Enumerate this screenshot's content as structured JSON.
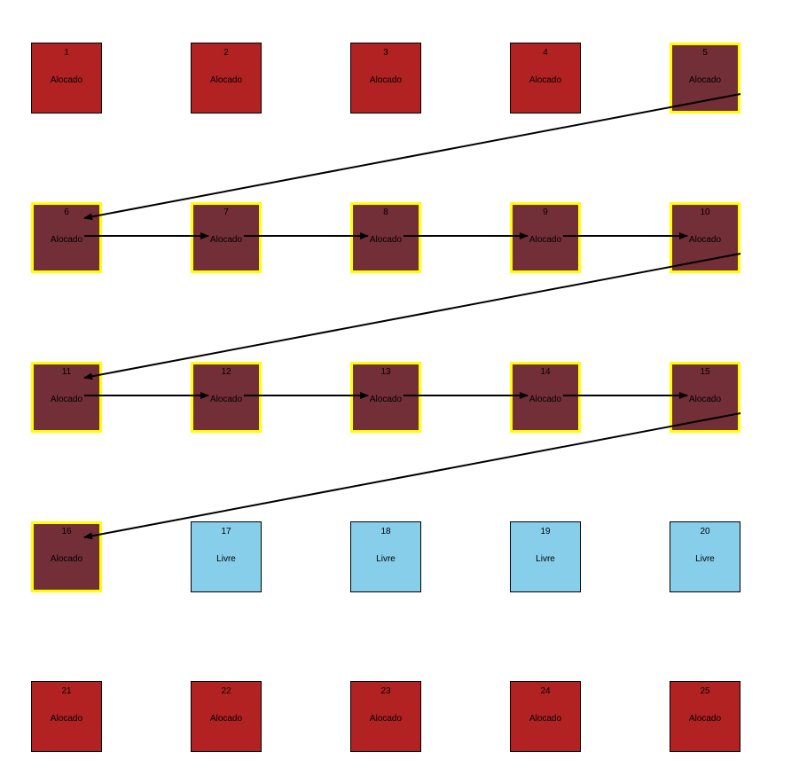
{
  "colors": {
    "allocated": "#b22222",
    "chain": "#722f37",
    "free": "#87ceeb",
    "highlight_border": "#ffff00",
    "arrow": "#000000"
  },
  "blocks": [
    {
      "number": "1",
      "status": "Alocado",
      "state": "allocated"
    },
    {
      "number": "2",
      "status": "Alocado",
      "state": "allocated"
    },
    {
      "number": "3",
      "status": "Alocado",
      "state": "allocated"
    },
    {
      "number": "4",
      "status": "Alocado",
      "state": "allocated"
    },
    {
      "number": "5",
      "status": "Alocado",
      "state": "chain"
    },
    {
      "number": "6",
      "status": "Alocado",
      "state": "chain"
    },
    {
      "number": "7",
      "status": "Alocado",
      "state": "chain"
    },
    {
      "number": "8",
      "status": "Alocado",
      "state": "chain"
    },
    {
      "number": "9",
      "status": "Alocado",
      "state": "chain"
    },
    {
      "number": "10",
      "status": "Alocado",
      "state": "chain"
    },
    {
      "number": "11",
      "status": "Alocado",
      "state": "chain"
    },
    {
      "number": "12",
      "status": "Alocado",
      "state": "chain"
    },
    {
      "number": "13",
      "status": "Alocado",
      "state": "chain"
    },
    {
      "number": "14",
      "status": "Alocado",
      "state": "chain"
    },
    {
      "number": "15",
      "status": "Alocado",
      "state": "chain"
    },
    {
      "number": "16",
      "status": "Alocado",
      "state": "chain"
    },
    {
      "number": "17",
      "status": "Livre",
      "state": "free"
    },
    {
      "number": "18",
      "status": "Livre",
      "state": "free"
    },
    {
      "number": "19",
      "status": "Livre",
      "state": "free"
    },
    {
      "number": "20",
      "status": "Livre",
      "state": "free"
    },
    {
      "number": "21",
      "status": "Alocado",
      "state": "allocated"
    },
    {
      "number": "22",
      "status": "Alocado",
      "state": "allocated"
    },
    {
      "number": "23",
      "status": "Alocado",
      "state": "allocated"
    },
    {
      "number": "24",
      "status": "Alocado",
      "state": "allocated"
    },
    {
      "number": "25",
      "status": "Alocado",
      "state": "allocated"
    }
  ],
  "links": [
    {
      "from": "5",
      "to": "6"
    },
    {
      "from": "6",
      "to": "7"
    },
    {
      "from": "7",
      "to": "8"
    },
    {
      "from": "8",
      "to": "9"
    },
    {
      "from": "9",
      "to": "10"
    },
    {
      "from": "10",
      "to": "11"
    },
    {
      "from": "11",
      "to": "12"
    },
    {
      "from": "12",
      "to": "13"
    },
    {
      "from": "13",
      "to": "14"
    },
    {
      "from": "14",
      "to": "15"
    },
    {
      "from": "15",
      "to": "16"
    }
  ]
}
